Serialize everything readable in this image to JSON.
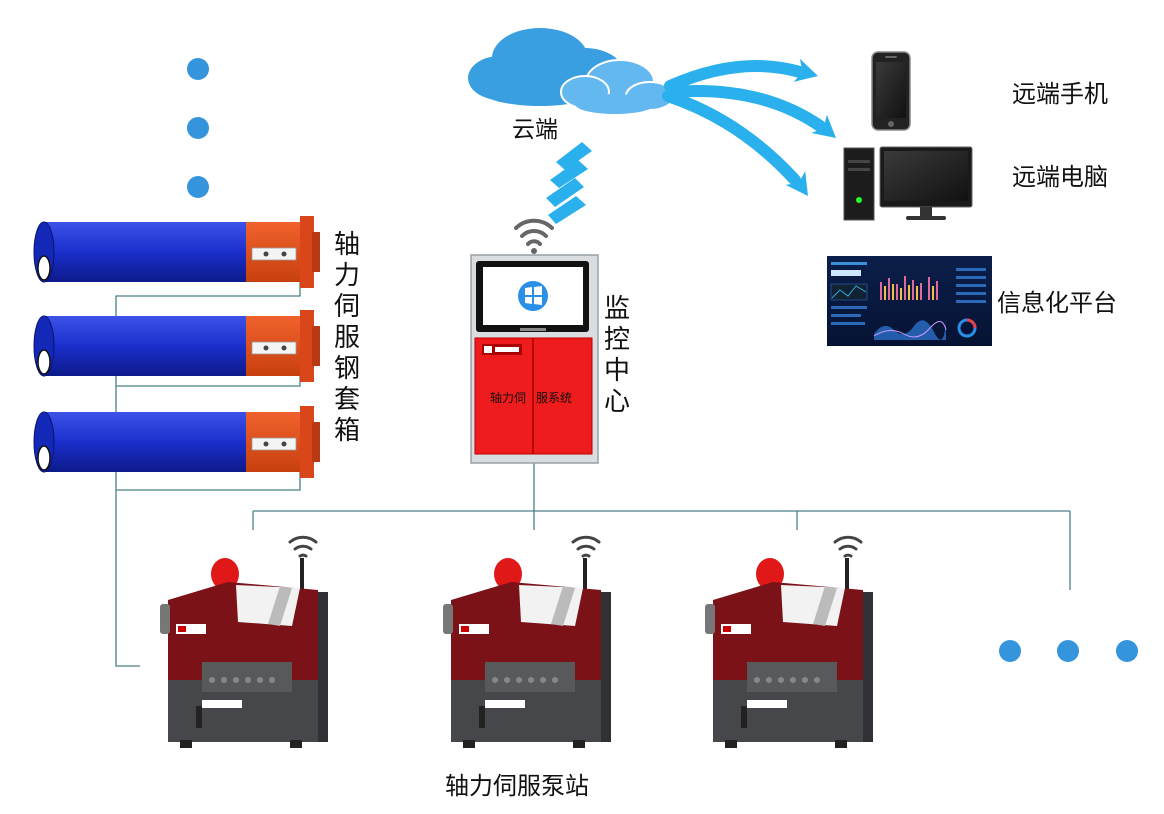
{
  "colors": {
    "wire": "#4a7f8a",
    "cloud": "#3a9fe0",
    "arrow": "#2ab0ec",
    "pipe": "#1a2fcc",
    "casing": "#e8501c",
    "cabinet_red": "#ee1c1c",
    "pump_red": "#7a1218",
    "pump_gray": "#45474b",
    "dot": "#3494dc"
  },
  "icons": {
    "cloud": "cloud-icon",
    "wifi": "wifi-icon",
    "phone": "smartphone-icon",
    "pc": "desktop-computer-icon",
    "dashboard": "dashboard-screen-icon",
    "windows": "windows-logo-icon"
  },
  "cloud": {
    "label": "云端"
  },
  "remote_phone": {
    "label": "远端手机"
  },
  "remote_pc": {
    "label": "远端电脑"
  },
  "info_platform": {
    "label": "信息化平台"
  },
  "monitor_center": {
    "label_chars": [
      "监",
      "控",
      "中",
      "心"
    ],
    "cabinet_text_left": "轴力伺",
    "cabinet_text_right": "服系统"
  },
  "steel_casing": {
    "label_chars": [
      "轴",
      "力",
      "伺",
      "服",
      "钢",
      "套",
      "箱"
    ]
  },
  "pump_station": {
    "label": "轴力伺服泵站"
  }
}
